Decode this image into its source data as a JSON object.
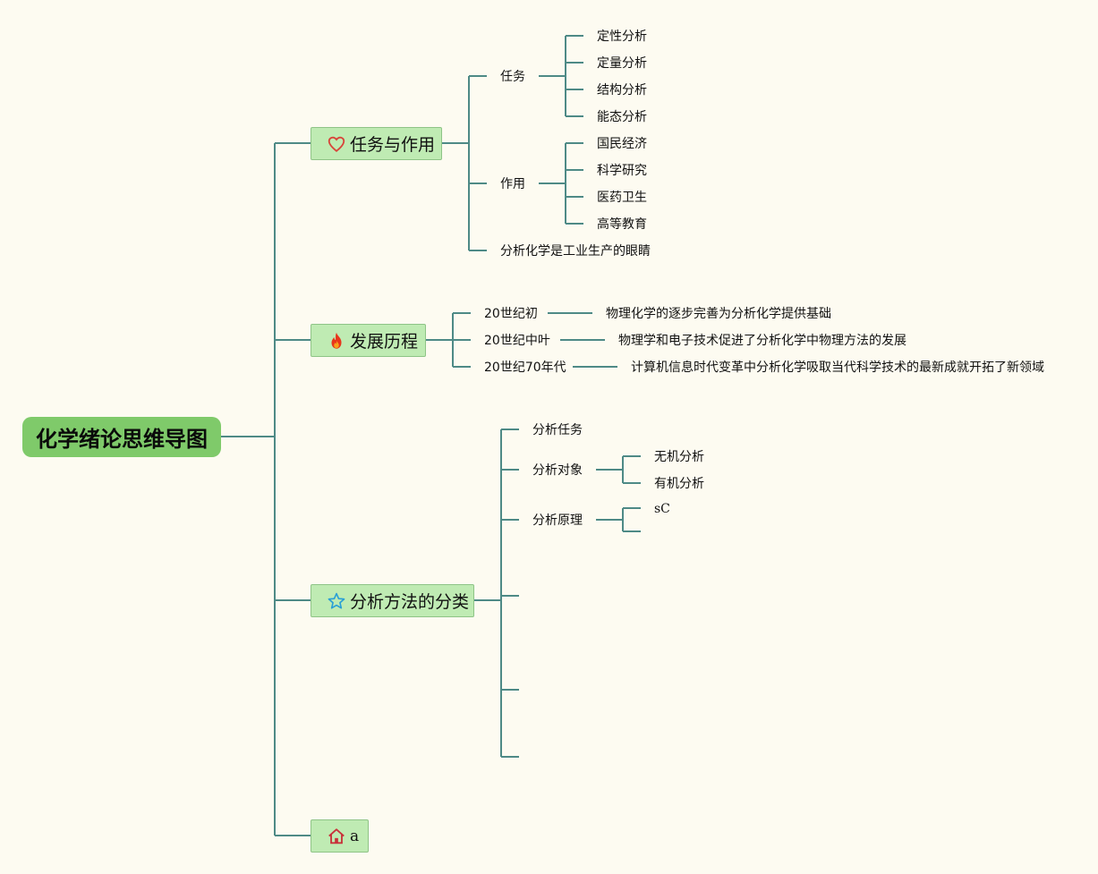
{
  "root": {
    "label": "化学绪论思维导图"
  },
  "branches": [
    {
      "label": "任务与作用",
      "icon": "heart-icon",
      "children": [
        {
          "label": "任务",
          "children": [
            "定性分析",
            "定量分析",
            "结构分析",
            "能态分析"
          ]
        },
        {
          "label": "作用",
          "children": [
            "国民经济",
            "科学研究",
            "医药卫生",
            "高等教育"
          ]
        },
        {
          "label": "分析化学是工业生产的眼睛"
        }
      ]
    },
    {
      "label": "发展历程",
      "icon": "flame-icon",
      "children": [
        {
          "label": "20世纪初",
          "detail": "物理化学的逐步完善为分析化学提供基础"
        },
        {
          "label": "20世纪中叶",
          "detail": "物理学和电子技术促进了分析化学中物理方法的发展"
        },
        {
          "label": "20世纪70年代",
          "detail": "计算机信息时代变革中分析化学吸取当代科学技术的最新成就开拓了新领域"
        }
      ]
    },
    {
      "label": "分析方法的分类",
      "icon": "star-icon",
      "children": [
        {
          "label": "分析任务"
        },
        {
          "label": "分析对象",
          "children": [
            "无机分析",
            "有机分析"
          ]
        },
        {
          "label": "分析原理",
          "children": [
            "sC",
            ""
          ]
        },
        {
          "label": ""
        },
        {
          "label": ""
        },
        {
          "label": ""
        }
      ]
    },
    {
      "label": "a",
      "icon": "house-icon"
    }
  ],
  "colors": {
    "background": "#fdfbf1",
    "root_fill": "#7fca6a",
    "branch_fill": "#bfebb3",
    "connector": "#4e8a86"
  }
}
